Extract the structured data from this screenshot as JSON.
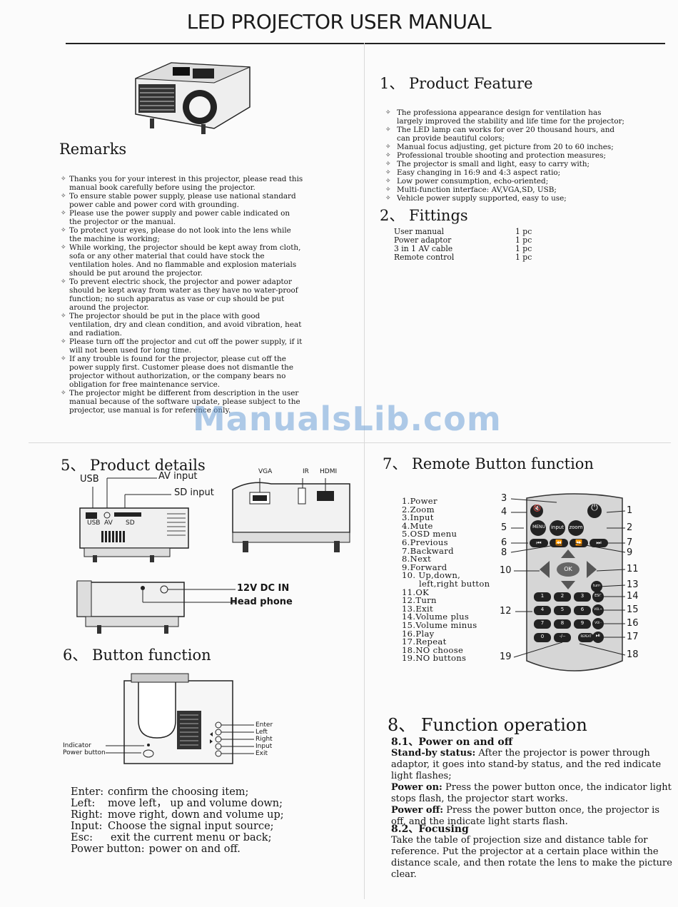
{
  "title": "LED PROJECTOR USER MANUAL",
  "remarks": {
    "heading": "Remarks",
    "items": [
      "Thanks you for your interest in this projector, please read this manual book carefully before using the projector.",
      "To ensure stable power supply, please use national standard power cable and power cord with grounding.",
      "Please use the power supply and power cable indicated on the projector or the manual.",
      "To protect your eyes, please do not look into the lens while the machine is working;",
      "While working, the projector should be kept away from cloth, sofa or any other material that could have stock the ventilation holes. And no flammable and explosion materials should be put around the projector.",
      "To prevent electric shock, the projector and power adaptor should be kept away from water as they have no water-proof function; no such apparatus as vase or cup should be put around the projector.",
      "The projector should be put in the place with good ventilation, dry and clean condition, and avoid vibration, heat and radiation.",
      "Please turn off the projector and cut off the power supply, if it will not been used for long time.",
      "If any trouble is found for the projector, please cut off the power supply first. Customer please does not dismantle the projector without authorization, or the company bears no obligation for free maintenance service.",
      "The projector might be different from description in the user manual because of the software update, please subject to the projector, use manual is for reference only."
    ]
  },
  "feature": {
    "heading": "1、 Product Feature",
    "items": [
      "The professiona appearance design for ventilation has largely improved the stability and life time for the projector;",
      "The LED lamp can works for over 20 thousand hours, and can provide beautiful colors;",
      "Manual focus adjusting, get picture from 20 to 60 inches;",
      "Professional trouble shooting and protection measures;",
      "The projector is small and light, easy to carry with;",
      "Easy changing in 16:9 and 4:3 aspect ratio;",
      "Low power consumption, echo-oriented;",
      "Multi-function interface: AV,VGA,SD, USB;",
      "Vehicle power supply supported, easy to use;"
    ]
  },
  "fittings": {
    "heading": "2、 Fittings",
    "rows": [
      {
        "name": "User manual",
        "qty": "1 pc"
      },
      {
        "name": "Power adaptor",
        "qty": "1 pc"
      },
      {
        "name": "3 in 1 AV cable",
        "qty": "1 pc"
      },
      {
        "name": "Remote control",
        "qty": "1 pc"
      }
    ]
  },
  "watermark": "ManualsLib.com",
  "product_details": {
    "heading": "5、 Product details",
    "labels": {
      "usb": "USB",
      "av_input": "AV input",
      "sd_input": "SD input",
      "dc": "12V DC IN",
      "headphone": "Head phone",
      "vga": "VGA",
      "ir": "IR",
      "hdmi": "HDMI",
      "port_usb": "USB",
      "port_av": "AV",
      "port_sd": "SD"
    }
  },
  "button_function": {
    "heading": "6、 Button function",
    "callouts": {
      "enter": "Enter",
      "left": "Left",
      "right": "Right",
      "input": "Input",
      "exit": "Exit",
      "indicator": "Indicator",
      "power": "Power button"
    },
    "desc": [
      {
        "key": "Enter:",
        "text": "confirm the choosing item;"
      },
      {
        "key": "Left:",
        "text": "move left， up and volume down;"
      },
      {
        "key": "Right:",
        "text": "move right, down and volume up;"
      },
      {
        "key": "Input:",
        "text": "Choose the signal input source;"
      },
      {
        "key": "Esc:",
        "text": "exit the current menu or back;"
      },
      {
        "key": "Power button:",
        "text": "power on and off."
      }
    ]
  },
  "remote": {
    "heading": "7、 Remote Button function",
    "list": [
      "1.Power",
      "2.Zoom",
      "3.Input",
      "4.Mute",
      "5.OSD menu",
      "6.Previous",
      "7.Backward",
      "8.Next",
      "9.Forward",
      "10. Up,down,",
      "left,right button",
      "11.OK",
      "12.Turn",
      "13.Exit",
      "14.Volume plus",
      "15.Volume minus",
      "16.Play",
      "17.Repeat",
      "18.NO choose",
      "19.NO buttons"
    ],
    "keys": {
      "input": "input",
      "zoom": "zoom",
      "menu": "MENU",
      "ok": "OK",
      "repeat": "REPEAT",
      "dash": "-/--",
      "n1": "1",
      "n2": "2",
      "n3": "3",
      "n4": "4",
      "n5": "5",
      "n6": "6",
      "n7": "7",
      "n8": "8",
      "n9": "9",
      "n0": "0",
      "turn": "turn",
      "esc": "ESC",
      "vplus": "VOL+",
      "vminus": "VOL-"
    },
    "numbers": {
      "c1": "1",
      "c2": "2",
      "c3": "3",
      "c4": "4",
      "c5": "5",
      "c6": "6",
      "c7": "7",
      "c8": "8",
      "c9": "9",
      "c10": "10",
      "c11": "11",
      "c12": "12",
      "c13": "13",
      "c14": "14",
      "c15": "15",
      "c16": "16",
      "c17": "17",
      "c18": "18",
      "c19": "19"
    }
  },
  "function_op": {
    "heading": "8、 Function operation",
    "s81": "8.1、Power on and off",
    "standby_label": "Stand-by status:",
    "standby_text": "After the projector is power through adaptor, it goes into stand-by status, and the red indicate light flashes;",
    "poweron_label": "Power on:",
    "poweron_text": "Press the power button once, the indicator light stops flash, the projector start works.",
    "poweroff_label": "Power off:",
    "poweroff_text": "Press the power button once, the projector is off, and the indicate light starts flash.",
    "s82": "8.2、Focusing",
    "focus_text": "Take the table of projection size and distance table for reference. Put the projector at a certain place within the distance scale, and then rotate the lens to make the picture clear."
  }
}
